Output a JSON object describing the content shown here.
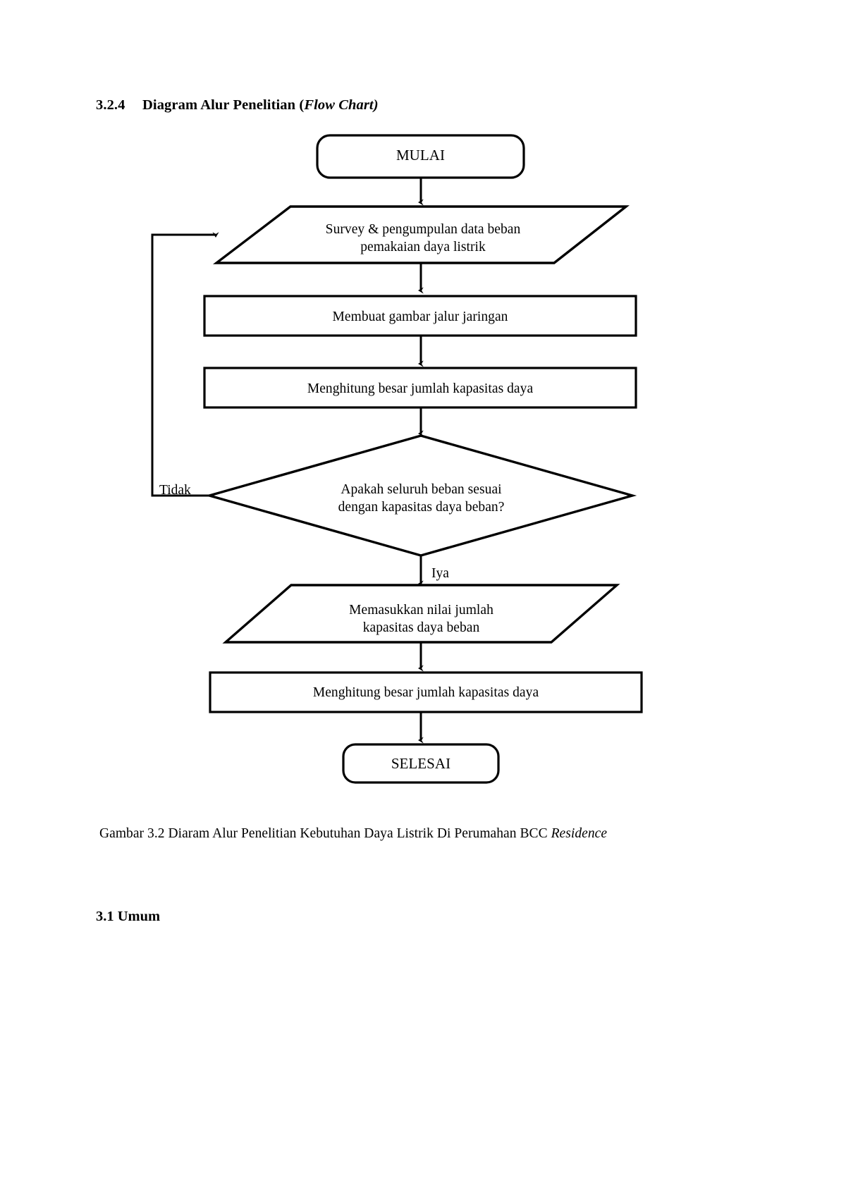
{
  "document": {
    "section": {
      "number": "3.2.4",
      "title_plain": "Diagram Alur Penelitian (",
      "title_italic": "Flow Chart)",
      "full": "3.2.4    Diagram Alur Penelitian (Flow Chart)"
    },
    "figure_caption": {
      "plain": "Gambar  3.2 Diaram Alur Penelitian Kebutuhan Daya Listrik Di Perumahan BCC ",
      "italic": "Residence"
    },
    "next_section": {
      "number": "3.1",
      "title": "Umum",
      "full": "3.1 Umum"
    }
  },
  "chart_data": {
    "type": "diagram",
    "diagram_kind": "flowchart",
    "title": "Diagram Alur Penelitian (Flow Chart)",
    "orientation": "top-to-bottom",
    "nodes": [
      {
        "id": "start",
        "shape": "terminator",
        "text": "MULAI"
      },
      {
        "id": "survey",
        "shape": "parallelogram",
        "text": "Survey & pengumpulan data beban pemakaian daya listrik",
        "line1": "Survey & pengumpulan data beban",
        "line2": "pemakaian daya listrik"
      },
      {
        "id": "draw",
        "shape": "process",
        "text": "Membuat gambar jalur jaringan"
      },
      {
        "id": "calc1",
        "shape": "process",
        "text": "Menghitung besar jumlah kapasitas  daya"
      },
      {
        "id": "decision",
        "shape": "decision",
        "text": "Apakah seluruh beban sesuai dengan kapasitas daya beban?",
        "line1": "Apakah seluruh beban sesuai",
        "line2": "dengan kapasitas daya beban?"
      },
      {
        "id": "input",
        "shape": "parallelogram",
        "text": "Memasukkan nilai jumlah kapasitas daya beban",
        "line1": "Memasukkan nilai jumlah",
        "line2": "kapasitas daya beban"
      },
      {
        "id": "calc2",
        "shape": "process",
        "text": "Menghitung besar jumlah kapasitas  daya"
      },
      {
        "id": "end",
        "shape": "terminator",
        "text": "SELESAI"
      }
    ],
    "edges": [
      {
        "from": "start",
        "to": "survey",
        "label": ""
      },
      {
        "from": "survey",
        "to": "draw",
        "label": ""
      },
      {
        "from": "draw",
        "to": "calc1",
        "label": ""
      },
      {
        "from": "calc1",
        "to": "decision",
        "label": ""
      },
      {
        "from": "decision",
        "to": "survey",
        "label": "Tidak",
        "direction": "left-loop-back"
      },
      {
        "from": "decision",
        "to": "input",
        "label": "Iya",
        "direction": "down"
      },
      {
        "from": "input",
        "to": "calc2",
        "label": ""
      },
      {
        "from": "calc2",
        "to": "end",
        "label": ""
      }
    ],
    "edge_labels": {
      "no": "Tidak",
      "yes": "Iya"
    },
    "colors": {
      "stroke": "#000000",
      "fill": "#ffffff",
      "text": "#000000",
      "page_background": "#ffffff"
    }
  }
}
